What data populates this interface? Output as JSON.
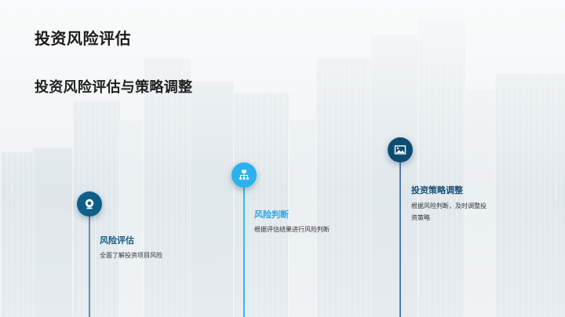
{
  "slide": {
    "title": "投资风险评估",
    "subtitle": "投资风险评估与策略调整"
  },
  "steps": [
    {
      "icon": "webcam-icon",
      "title": "风险评估",
      "description": "全面了解投资项目风险",
      "color": "#0f5e8a"
    },
    {
      "icon": "sitemap-icon",
      "title": "风险判断",
      "description": "根据评估结果进行风险判断",
      "color": "#2bb1ec"
    },
    {
      "icon": "image-icon",
      "title": "投资策略调整",
      "description": "根据风险判断，及时调整投资策略",
      "color": "#0e4c72"
    }
  ]
}
